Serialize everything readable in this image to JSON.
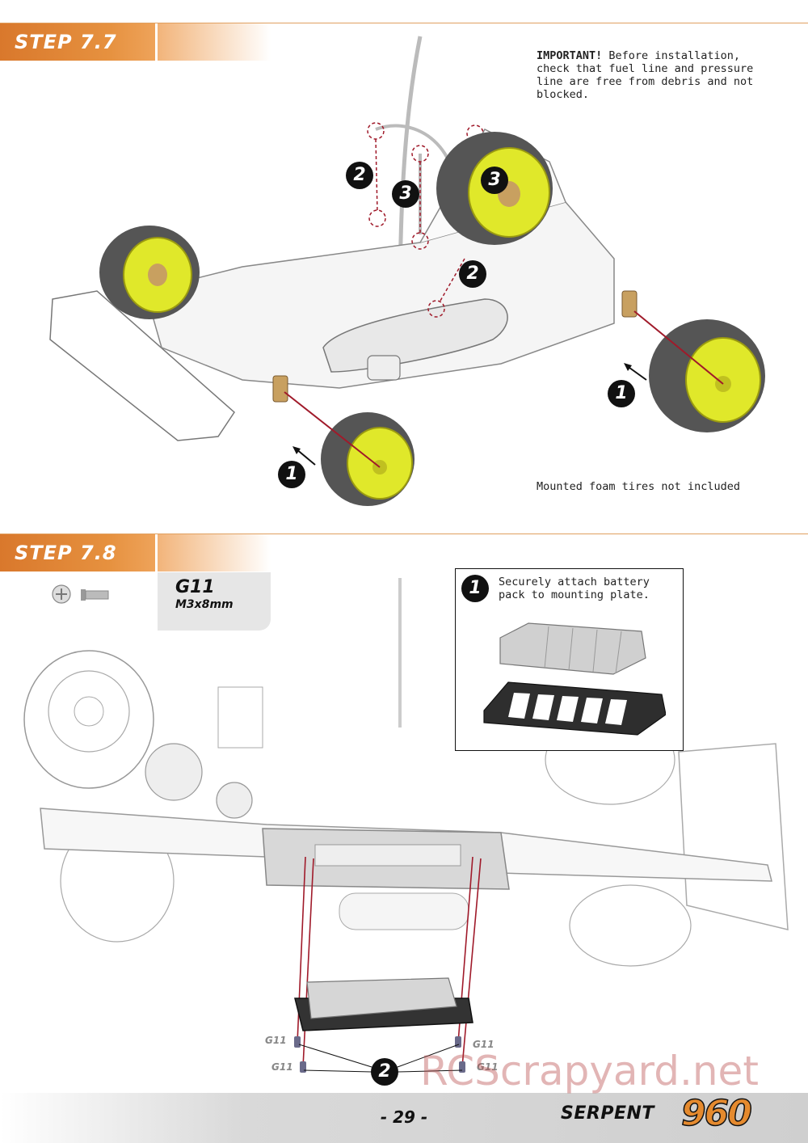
{
  "step1": {
    "title": "STEP 7.7",
    "important_label": "IMPORTANT!",
    "important_text": " Before installation, check that fuel line and pressure line are free from debris and not blocked.",
    "tires_note": "Mounted foam tires not included",
    "callouts": [
      "1",
      "1",
      "2",
      "2",
      "3",
      "3"
    ]
  },
  "step2": {
    "title": "STEP 7.8",
    "part": {
      "code": "G11",
      "size": "M3x8mm"
    },
    "inset_number": "1",
    "inset_text": "Securely attach battery pack to mounting plate.",
    "callout": "2",
    "screw_labels": [
      "G11",
      "G11",
      "G11",
      "G11"
    ]
  },
  "footer": {
    "page_number": "- 29 -",
    "brand": "SERPENT",
    "model": "960",
    "watermark": "RCScrapyard.net"
  },
  "colors": {
    "accent": "#e6913f",
    "tire_rim": "#e0e82a",
    "guide_line": "#a01a2a"
  }
}
